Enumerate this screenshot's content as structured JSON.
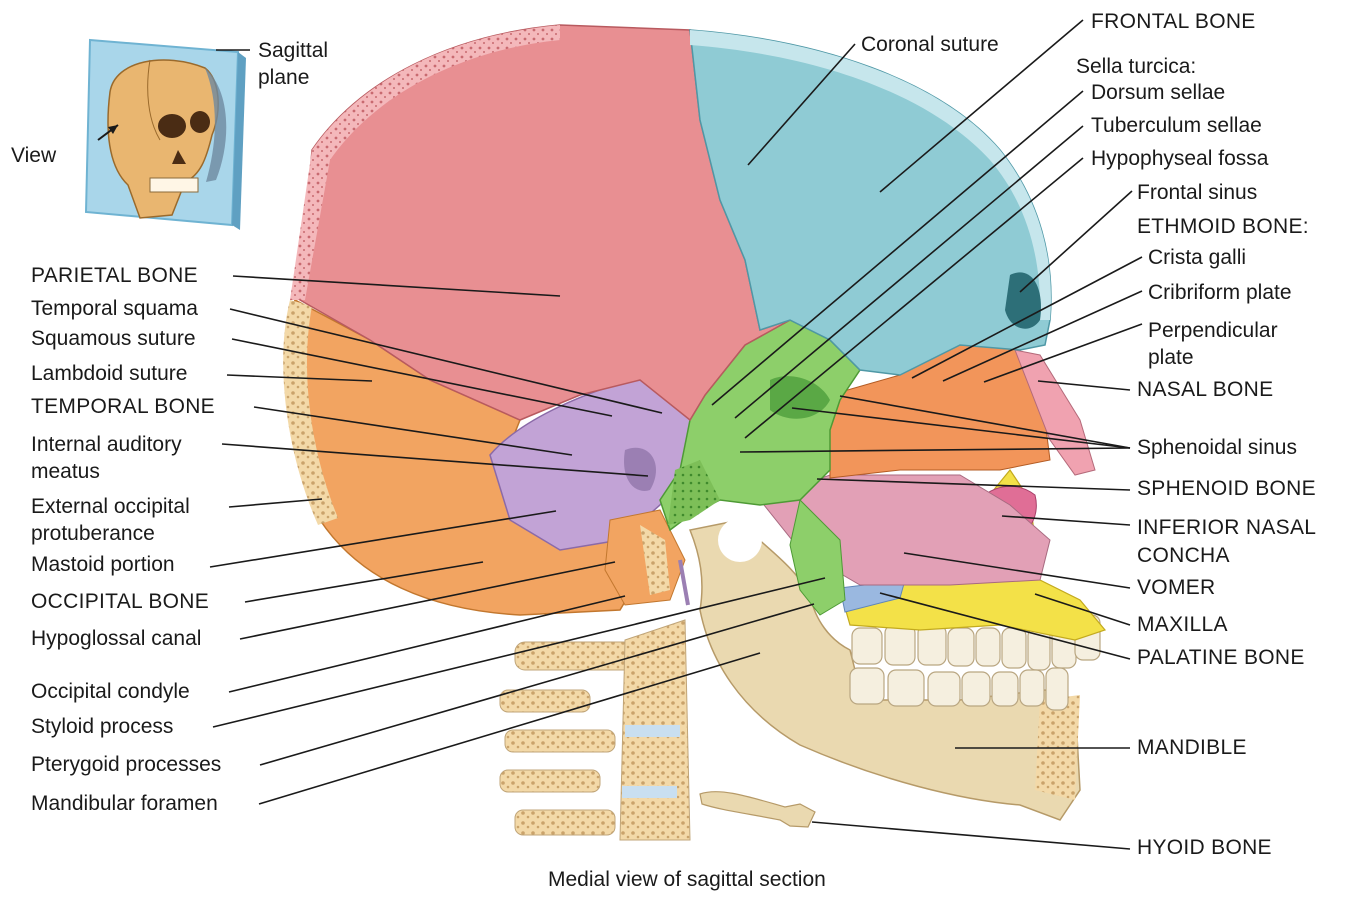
{
  "caption": "Medial view of sagittal section",
  "inset": {
    "sagittal_plane": "Sagittal\nplane",
    "view": "View"
  },
  "left_labels": [
    {
      "id": "parietal-bone",
      "text": "PARIETAL BONE"
    },
    {
      "id": "temporal-squama",
      "text": "Temporal squama"
    },
    {
      "id": "squamous-suture",
      "text": "Squamous suture"
    },
    {
      "id": "lambdoid-suture",
      "text": "Lambdoid suture"
    },
    {
      "id": "temporal-bone",
      "text": "TEMPORAL BONE"
    },
    {
      "id": "internal-auditory-meatus",
      "text": "Internal auditory\nmeatus"
    },
    {
      "id": "external-occipital-protuberance",
      "text": "External occipital\nprotuberance"
    },
    {
      "id": "mastoid-portion",
      "text": "Mastoid portion"
    },
    {
      "id": "occipital-bone",
      "text": "OCCIPITAL BONE"
    },
    {
      "id": "hypoglossal-canal",
      "text": "Hypoglossal canal"
    },
    {
      "id": "occipital-condyle",
      "text": "Occipital condyle"
    },
    {
      "id": "styloid-process",
      "text": "Styloid process"
    },
    {
      "id": "pterygoid-processes",
      "text": "Pterygoid processes"
    },
    {
      "id": "mandibular-foramen",
      "text": "Mandibular foramen"
    }
  ],
  "right_labels": [
    {
      "id": "coronal-suture",
      "text": "Coronal suture"
    },
    {
      "id": "frontal-bone",
      "text": "FRONTAL BONE"
    },
    {
      "id": "sella-turcica",
      "text": "Sella turcica:"
    },
    {
      "id": "dorsum-sellae",
      "text": "Dorsum sellae"
    },
    {
      "id": "tuberculum-sellae",
      "text": "Tuberculum sellae"
    },
    {
      "id": "hypophyseal-fossa",
      "text": "Hypophyseal fossa"
    },
    {
      "id": "frontal-sinus",
      "text": "Frontal sinus"
    },
    {
      "id": "ethmoid-bone",
      "text": "ETHMOID BONE:"
    },
    {
      "id": "crista-galli",
      "text": "Crista galli"
    },
    {
      "id": "cribriform-plate",
      "text": "Cribriform plate"
    },
    {
      "id": "perpendicular-plate",
      "text": "Perpendicular\nplate"
    },
    {
      "id": "nasal-bone",
      "text": "NASAL BONE"
    },
    {
      "id": "sphenoidal-sinus",
      "text": "Sphenoidal sinus"
    },
    {
      "id": "sphenoid-bone",
      "text": "SPHENOID BONE"
    },
    {
      "id": "inferior-nasal-concha",
      "text": "INFERIOR NASAL\nCONCHA"
    },
    {
      "id": "vomer",
      "text": "VOMER"
    },
    {
      "id": "maxilla",
      "text": "MAXILLA"
    },
    {
      "id": "palatine-bone",
      "text": "PALATINE BONE"
    },
    {
      "id": "mandible",
      "text": "MANDIBLE"
    },
    {
      "id": "hyoid-bone",
      "text": "HYOID BONE"
    }
  ],
  "colors": {
    "parietal": "#e88f92",
    "frontal": "#8fcbd4",
    "temporal": "#c2a3d6",
    "occipital": "#f2a461",
    "sphenoid": "#8dcf6a",
    "ethmoid": "#f2955a",
    "vomer": "#e2a0b6",
    "maxilla": "#f3e148",
    "palatine": "#9ab8e0",
    "mandible": "#ead9b0",
    "nasal": "#f0a2b0",
    "concha": "#e06e96"
  }
}
